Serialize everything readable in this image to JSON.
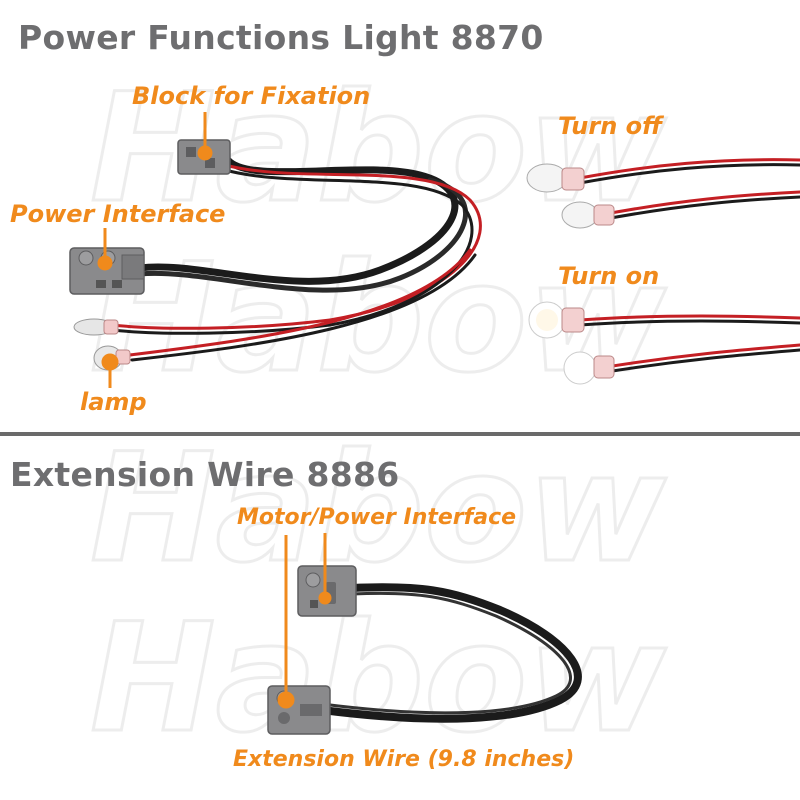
{
  "light_section": {
    "title": "Power Functions Light 8870",
    "labels": {
      "block": "Block for Fixation",
      "power": "Power Interface",
      "lamp": "lamp",
      "turn_off": "Turn off",
      "turn_on": "Turn on"
    }
  },
  "extension_section": {
    "title": "Extension Wire 8886",
    "labels": {
      "interface": "Motor/Power Interface",
      "wire": "Extension Wire (9.8 inches)"
    }
  },
  "watermark": "Habow",
  "colors": {
    "accent": "#f08a1c",
    "title": "#6e6e70",
    "divider": "#6a6a6a",
    "wire_red": "#c41f24",
    "wire_black": "#1b1b1b",
    "brick_gray": "#8a8a8c"
  }
}
